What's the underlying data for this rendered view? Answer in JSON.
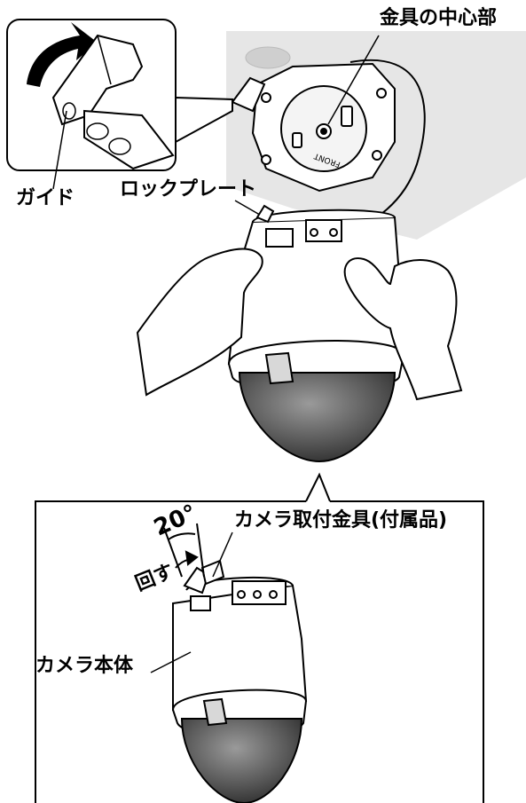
{
  "labels": {
    "bracket_center": "金具の中心部",
    "guide": "ガイド",
    "lock_plate": "ロックプレート",
    "camera_mount_bracket": "カメラ取付金具(付属品)",
    "angle": "20°",
    "rotate": "回す",
    "camera_body": "カメラ本体"
  },
  "colors": {
    "line": "#000000",
    "ceiling": "#e6e6e6",
    "dome": "#5a5a5a",
    "metal": "#ffffff"
  }
}
